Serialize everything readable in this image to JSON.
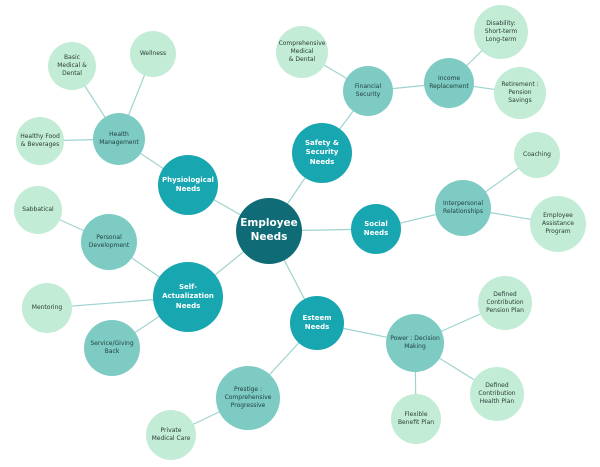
{
  "diagram": {
    "center": {
      "label": "Employee\nNeeds"
    },
    "physiological": {
      "label": "Physiological\nNeeds"
    },
    "health_management": {
      "label": "Health\nManagement"
    },
    "basic_medical": {
      "label": "Basic Medical &\nDental"
    },
    "wellness": {
      "label": "Wellness"
    },
    "healthy_food": {
      "label": "Healthy Food\n& Beverages"
    },
    "safety": {
      "label": "Safety &\nSecurity Needs"
    },
    "financial_security": {
      "label": "Financial\nSecurity"
    },
    "comprehensive_medical": {
      "label": "Comprehensive\nMedical\n& Dental"
    },
    "income_replacement": {
      "label": "Income\nReplacement"
    },
    "disability": {
      "label": "Disability:\nShort-term\nLong-term"
    },
    "retirement": {
      "label": "Retirement :\nPension Savings"
    },
    "social": {
      "label": "Social Needs"
    },
    "interpersonal": {
      "label": "Interpersonal\nRelationships"
    },
    "coaching": {
      "label": "Coaching"
    },
    "employee_assistance": {
      "label": "Employee\nAssistance Program"
    },
    "esteem": {
      "label": "Esteem Needs"
    },
    "power_decision": {
      "label": "Power : Decision\nMaking"
    },
    "defined_contribution_pension": {
      "label": "Defined\nContribution\nPension Plan"
    },
    "defined_contribution_health": {
      "label": "Defined\nContribution\nHealth Plan"
    },
    "flexible_benefit": {
      "label": "Flexible\nBenefit Plan"
    },
    "prestige": {
      "label": "Prestige :\nComprehensive\nProgressive"
    },
    "private_medical": {
      "label": "Private\nMedical Care"
    },
    "self_actualization": {
      "label": "Self-Actualization\nNeeds"
    },
    "personal_development": {
      "label": "Personal\nDevelopment"
    },
    "sabbatical": {
      "label": "Sabbatical"
    },
    "mentoring": {
      "label": "Mentoring"
    },
    "service_giving": {
      "label": "Service/Giving\nBack"
    }
  },
  "colors": {
    "center": "#0f6b76",
    "primary": "#18a6b0",
    "secondary": "#7dcbc3",
    "leaf": "#c2ecd6",
    "edge": "#9fd3cf"
  }
}
